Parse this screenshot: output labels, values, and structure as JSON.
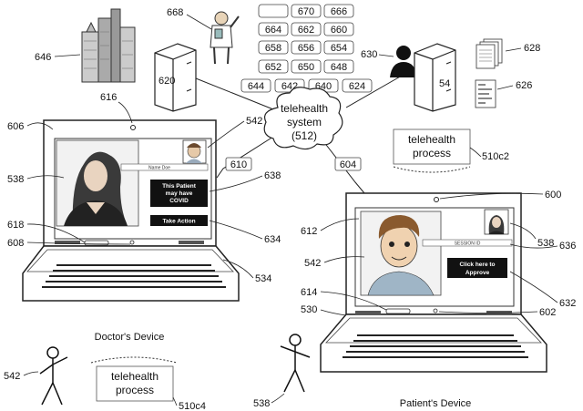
{
  "diagram": {
    "cloud": {
      "line1": "telehealth",
      "line2": "system",
      "line3": "(512)"
    },
    "grid_numbers": [
      "670",
      "666",
      "664",
      "662",
      "660",
      "658",
      "656",
      "654",
      "652",
      "650",
      "648",
      "644",
      "642",
      "640",
      "624"
    ],
    "connector_labels": {
      "c610": "610",
      "c604": "604"
    },
    "refs": {
      "r646": "646",
      "r668": "668",
      "r620": "620",
      "r630": "630",
      "r54": "54",
      "r628": "628",
      "r626": "626",
      "r616": "616",
      "r606": "606",
      "r542a": "542",
      "r538a": "538",
      "r638": "638",
      "r618": "618",
      "r608": "608",
      "r634": "634",
      "r534": "534",
      "r510c2": "510c2",
      "r600": "600",
      "r612": "612",
      "r542b": "542",
      "r538b": "538",
      "r636": "636",
      "r614": "614",
      "r530": "530",
      "r632": "632",
      "r602": "602",
      "r542c": "542",
      "r510c4": "510c4",
      "r538c": "538"
    },
    "doctor_screen": {
      "name_bar": "Name Doe",
      "alert_line1": "This Patient",
      "alert_line2": "may have",
      "alert_line3": "COVID",
      "action": "Take Action"
    },
    "patient_screen": {
      "name_bar": "SESSION ID",
      "approve_line1": "Click here to",
      "approve_line2": "Approve"
    },
    "process_top": {
      "line1": "telehealth",
      "line2": "process"
    },
    "process_bottom": {
      "line1": "telehealth",
      "line2": "process"
    },
    "captions": {
      "doctor": "Doctor's Device",
      "patient": "Patient's Device"
    }
  }
}
